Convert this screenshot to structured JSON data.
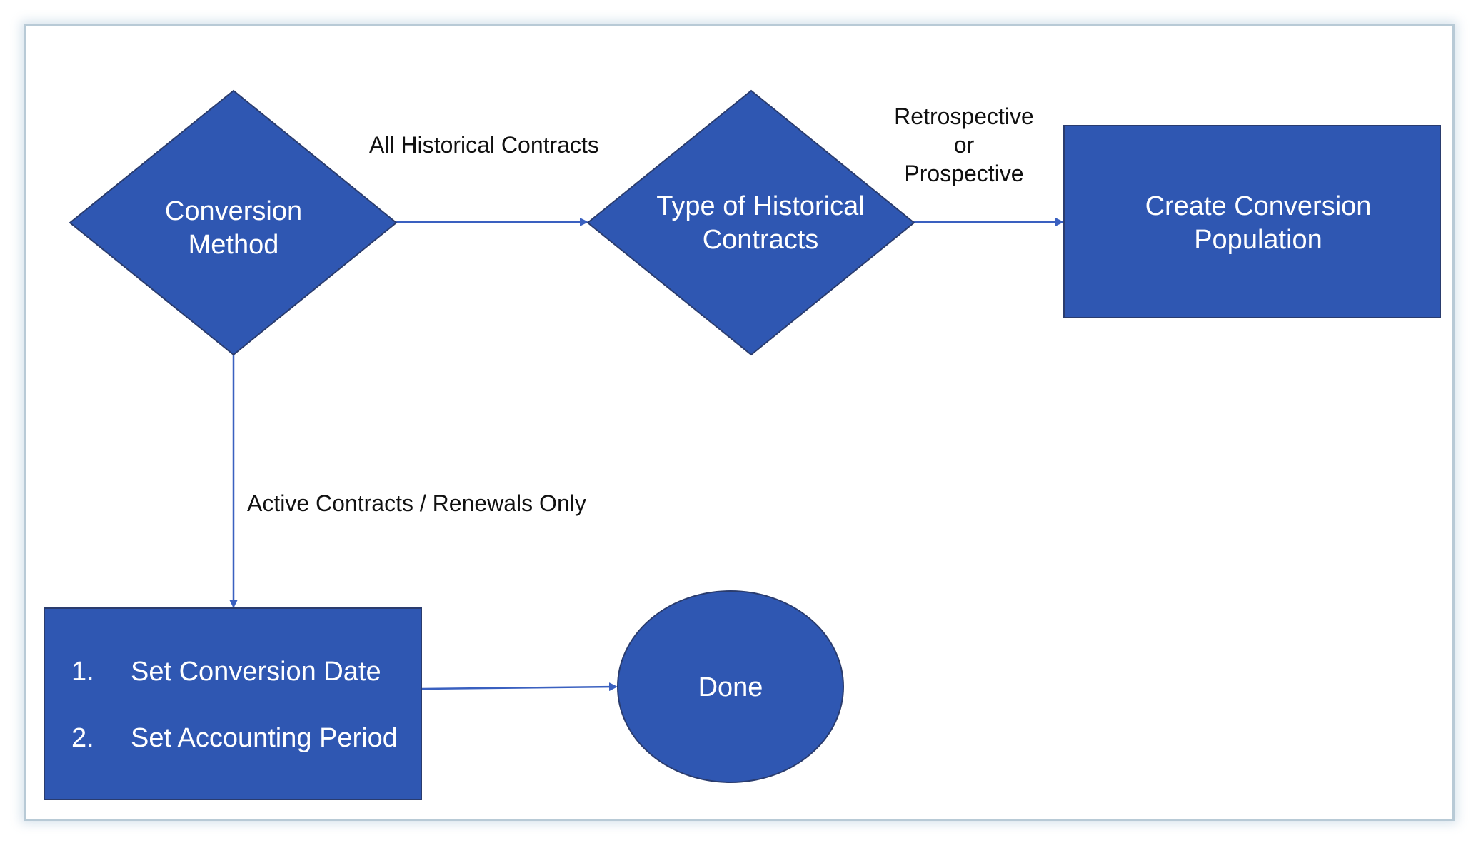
{
  "diagram": {
    "colors": {
      "node_fill": "#2f57b2",
      "node_stroke": "#2a3c6e",
      "edge": "#3a60c0",
      "node_text": "#ffffff",
      "label_text": "#111111"
    },
    "nodes": {
      "conversion_method": {
        "line1": "Conversion",
        "line2": "Method"
      },
      "type_of_historical": {
        "line1": "Type of Historical",
        "line2": "Contracts"
      },
      "create_population": {
        "line1": "Create Conversion",
        "line2": "Population"
      },
      "set_steps": {
        "items": [
          {
            "num": "1.",
            "text": "Set Conversion Date"
          },
          {
            "num": "2.",
            "text": "Set Accounting Period"
          }
        ]
      },
      "done": {
        "label": "Done"
      }
    },
    "edges": {
      "all_historical": "All Historical Contracts",
      "retro_line1": "Retrospective",
      "retro_line2": "or",
      "retro_line3": "Prospective",
      "active_renewals": "Active Contracts / Renewals Only"
    }
  }
}
